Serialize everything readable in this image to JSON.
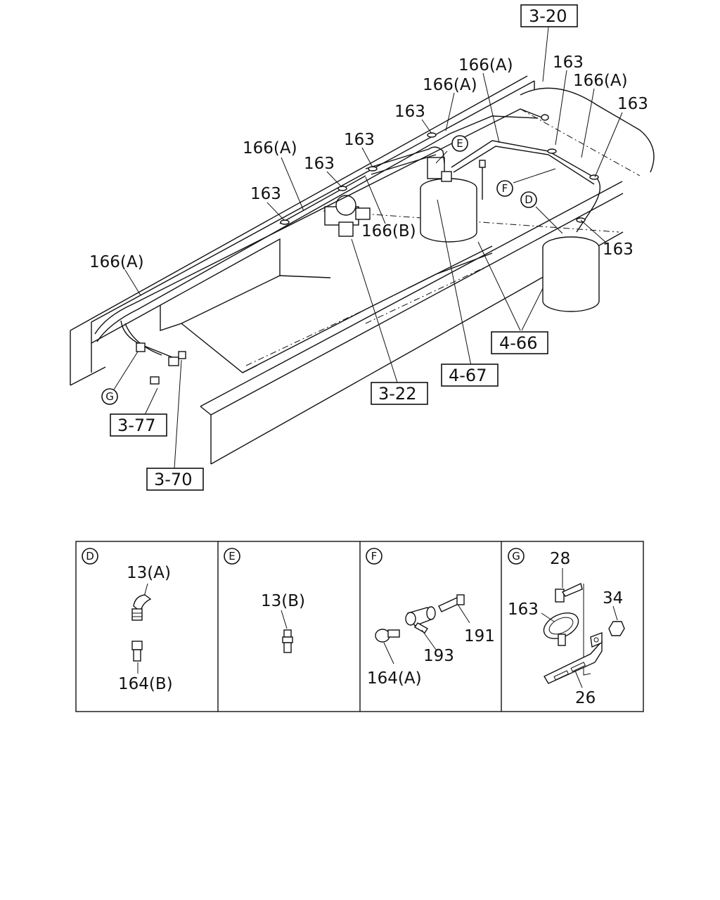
{
  "main_view": {
    "callouts": [
      {
        "id": "c1",
        "text": "166(A)"
      },
      {
        "id": "c2",
        "text": "163"
      },
      {
        "id": "c3",
        "text": "166(A)"
      },
      {
        "id": "c4",
        "text": "163"
      },
      {
        "id": "c5",
        "text": "166(A)"
      },
      {
        "id": "c6",
        "text": "163"
      },
      {
        "id": "c7",
        "text": "163"
      },
      {
        "id": "c8",
        "text": "166(A)"
      },
      {
        "id": "c9",
        "text": "163"
      },
      {
        "id": "c10",
        "text": "163"
      },
      {
        "id": "c11",
        "text": "166(B)"
      },
      {
        "id": "c12",
        "text": "166(A)"
      },
      {
        "id": "c13",
        "text": "163"
      }
    ],
    "ref_boxes": [
      {
        "id": "r1",
        "text": "3-20"
      },
      {
        "id": "r2",
        "text": "4-66"
      },
      {
        "id": "r3",
        "text": "4-67"
      },
      {
        "id": "r4",
        "text": "3-22"
      },
      {
        "id": "r5",
        "text": "3-77"
      },
      {
        "id": "r6",
        "text": "3-70"
      }
    ],
    "detail_markers": [
      "E",
      "F",
      "D",
      "G"
    ]
  },
  "detail_panels": [
    {
      "marker": "D",
      "labels": [
        "13(A)",
        "164(B)"
      ]
    },
    {
      "marker": "E",
      "labels": [
        "13(B)"
      ]
    },
    {
      "marker": "F",
      "labels": [
        "191",
        "193",
        "164(A)"
      ]
    },
    {
      "marker": "G",
      "labels": [
        "28",
        "34",
        "163",
        "26"
      ]
    }
  ]
}
